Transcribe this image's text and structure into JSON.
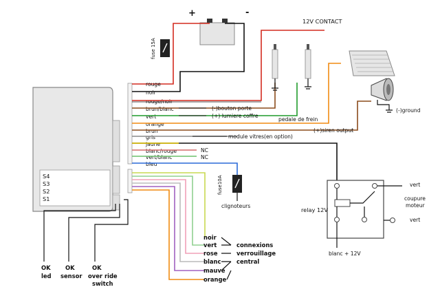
{
  "battery": {
    "plus": "+",
    "minus": "-"
  },
  "fuse15": "fuse 15A",
  "fuse10": "fuse10A",
  "contact": "12V CONTACT",
  "module": {
    "s4": "S4",
    "s3": "S3",
    "s2": "S2",
    "s1": "S1"
  },
  "wires": {
    "rouge": "rouge",
    "noir": "noir",
    "rouge_noir": "rouge/noir",
    "brun_blanc": "brun/blanc",
    "vert": "vert",
    "orange": "orange",
    "brun": "brun",
    "gris": "gris",
    "jaune": "jaune",
    "blanc_rouge": "blanc/rouge",
    "vert_blanc": "vert/blanc",
    "bleu": "bleu"
  },
  "wire_notes": {
    "bouton_porte": "(-)bouton porte",
    "lumiere_coffre": "(+) lumiere coffre",
    "pedale_frein": "pedale de frein",
    "siren_output": "(+)siren output",
    "module_vitres": "module vitres(en option)",
    "nc1": "NC",
    "nc2": "NC",
    "ground": "(-)ground",
    "clignoteurs": "clignoteurs"
  },
  "relay": {
    "label": "relay 12V",
    "vert_top": "vert",
    "coupure": "coupure",
    "moteur": "moteur",
    "vert_bottom": "vert",
    "blanc12": "blanc + 12V"
  },
  "locking": {
    "wires": [
      "noir",
      "vert",
      "rose",
      "blanc",
      "mauve",
      "orange"
    ],
    "connexions": "connexions",
    "verrouillage": "verrouillage",
    "central": "central"
  },
  "bottom": {
    "ok1": "OK",
    "led": "led",
    "ok2": "OK",
    "sensor": "sensor",
    "ok3": "OK",
    "override1": "over ride",
    "override2": "switch"
  },
  "colors": {
    "rouge": "#d42a1e",
    "noir": "#111111",
    "brun": "#8a4a1a",
    "vert": "#1f9a2a",
    "orange": "#f08a10",
    "gris": "#8a8a8a",
    "jaune": "#e8c800",
    "blanc_rouge": "#d46a6a",
    "vert_blanc": "#6ac06a",
    "bleu": "#2a6ad8",
    "rose": "#f0a0b8",
    "mauve": "#a060c0",
    "yellowgreen": "#c8d850",
    "lightgreen": "#90d090"
  }
}
